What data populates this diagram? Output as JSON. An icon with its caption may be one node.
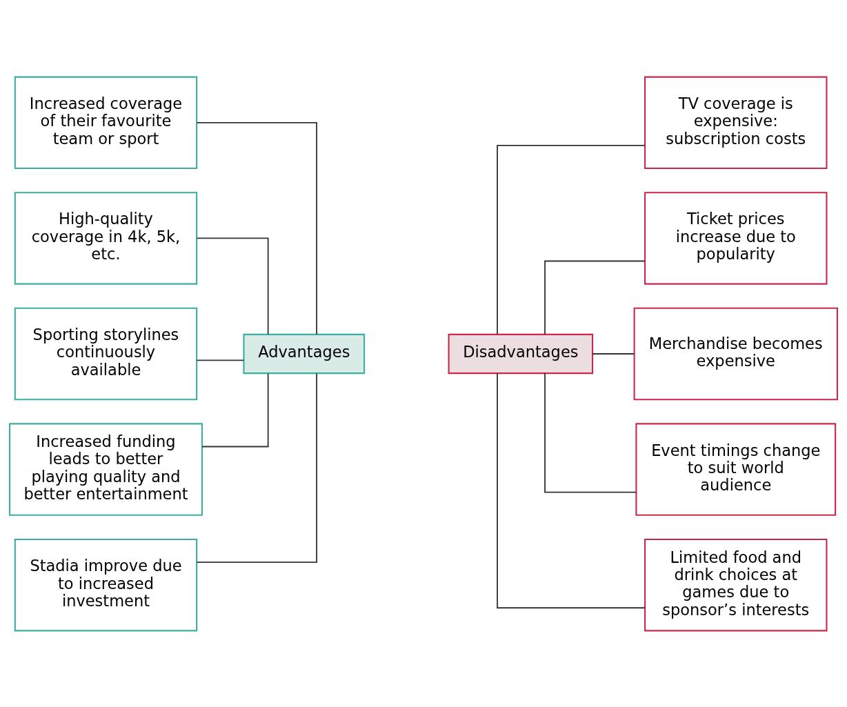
{
  "diagram": {
    "nodes": [
      {
        "text": [
          "Advantages"
        ]
      },
      {
        "text": [
          "Increased coverage of their favourite team or sport"
        ]
      },
      {
        "text": [
          "High-quality coverage in 4k, 5k, etc."
        ]
      },
      {
        "text": [
          "Sporting storylines continuously available"
        ]
      },
      {
        "text": [
          "Increased funding leads to better playing quality and better entertainment"
        ]
      },
      {
        "text": [
          "Stadia improve due to increased investment"
        ]
      },
      {
        "text": [
          "Disadvantages"
        ]
      },
      {
        "text": [
          "TV coverage is expensive: subscription costs"
        ]
      },
      {
        "text": [
          "Ticket prices increase due to popularity"
        ]
      },
      {
        "text": [
          "Merchandise becomes expensive"
        ]
      },
      {
        "text": [
          "Event timings change to suit world audience"
        ]
      },
      {
        "text": [
          "Limited food and drink choices at games due to sponsor’s interests"
        ]
      }
    ],
    "edges": [
      {
        "from": 0,
        "to": 1,
        "arrow": "none"
      },
      {
        "from": 0,
        "to": 2,
        "arrow": "none"
      },
      {
        "from": 0,
        "to": 3,
        "arrow": "none"
      },
      {
        "from": 0,
        "to": 4,
        "arrow": "none"
      },
      {
        "from": 0,
        "to": 5,
        "arrow": "none"
      },
      {
        "from": 6,
        "to": 7,
        "arrow": "none"
      },
      {
        "from": 6,
        "to": 8,
        "arrow": "none"
      },
      {
        "from": 6,
        "to": 9,
        "arrow": "none"
      },
      {
        "from": 6,
        "to": 10,
        "arrow": "none"
      },
      {
        "from": 6,
        "to": 11,
        "arrow": "none"
      }
    ]
  }
}
